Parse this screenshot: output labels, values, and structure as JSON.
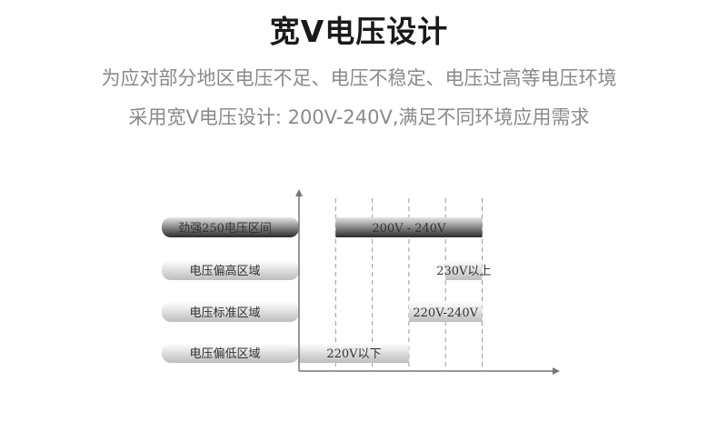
{
  "title": "宽V电压设计",
  "subtitle_lines": [
    "为应对部分地区电压不足、电压不稳定、电压过高等电压环境",
    "采用宽V电压设计: 200V-240V,满足不同环境应用需求"
  ],
  "chart_data": {
    "type": "bar",
    "orientation": "horizontal-range",
    "title": "",
    "xlabel": "",
    "ylabel": "",
    "categories": [
      "劲强250电压区间",
      "电压偏高区域",
      "电压标准区域",
      "电压偏低区域"
    ],
    "ranges": [
      {
        "category": "劲强250电压区间",
        "label": "200V  -  240V",
        "start": 200,
        "end": 240,
        "highlight": true
      },
      {
        "category": "电压偏高区域",
        "label": "230V以上",
        "start": 230,
        "end": 240,
        "highlight": false
      },
      {
        "category": "电压标准区域",
        "label": "220V-240V",
        "start": 220,
        "end": 240,
        "highlight": false
      },
      {
        "category": "电压偏低区域",
        "label": "220V以下",
        "start": 190,
        "end": 220,
        "highlight": false
      }
    ],
    "xlim": [
      190,
      245
    ],
    "grid_values": [
      200,
      210,
      220,
      230,
      240
    ],
    "grid": true,
    "colors": {
      "highlight_dark": "#2a2a2a",
      "highlight_light": "#e6e6e6",
      "normal_dark": "#bdbdbd",
      "normal_light": "#ffffff",
      "axis": "#777777",
      "grid": "#999999"
    }
  }
}
